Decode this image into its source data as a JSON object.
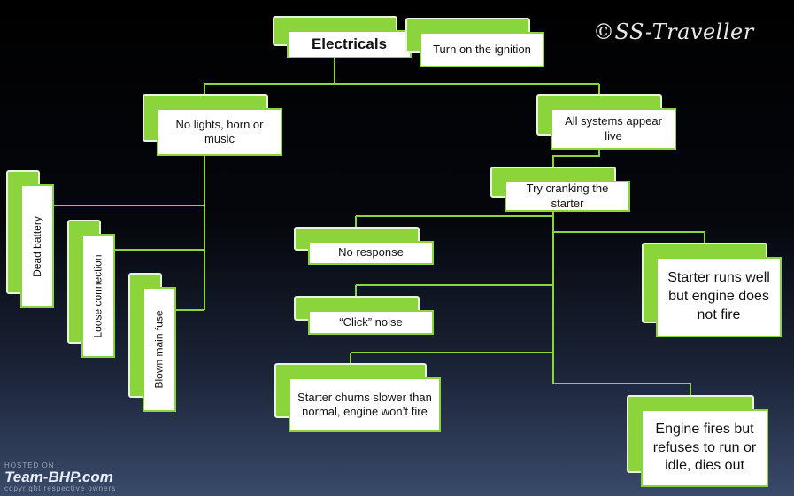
{
  "diagram": {
    "root": {
      "label": "Electricals",
      "note": "Turn on the ignition"
    },
    "branch_left": {
      "label": "No lights, horn or music",
      "children": [
        "Dead battery",
        "Loose connection",
        "Blown main fuse"
      ]
    },
    "branch_right": {
      "label": "All systems appear live",
      "step": "Try cranking the starter",
      "outcomes": [
        "No response",
        "“Click” noise",
        "Starter churns slower than normal, engine won’t fire",
        "Starter runs well but engine does not fire",
        "Engine fires but refuses to run or idle,  dies out"
      ]
    }
  },
  "credit": "©SS-Traveller",
  "watermark": {
    "hosted": "HOSTED ON :",
    "brand": "Team-BHP.com",
    "copyright": "copyright respective owners"
  },
  "colors": {
    "accent": "#8cd43c",
    "line": "#8cd43c",
    "card": "#ffffff"
  }
}
